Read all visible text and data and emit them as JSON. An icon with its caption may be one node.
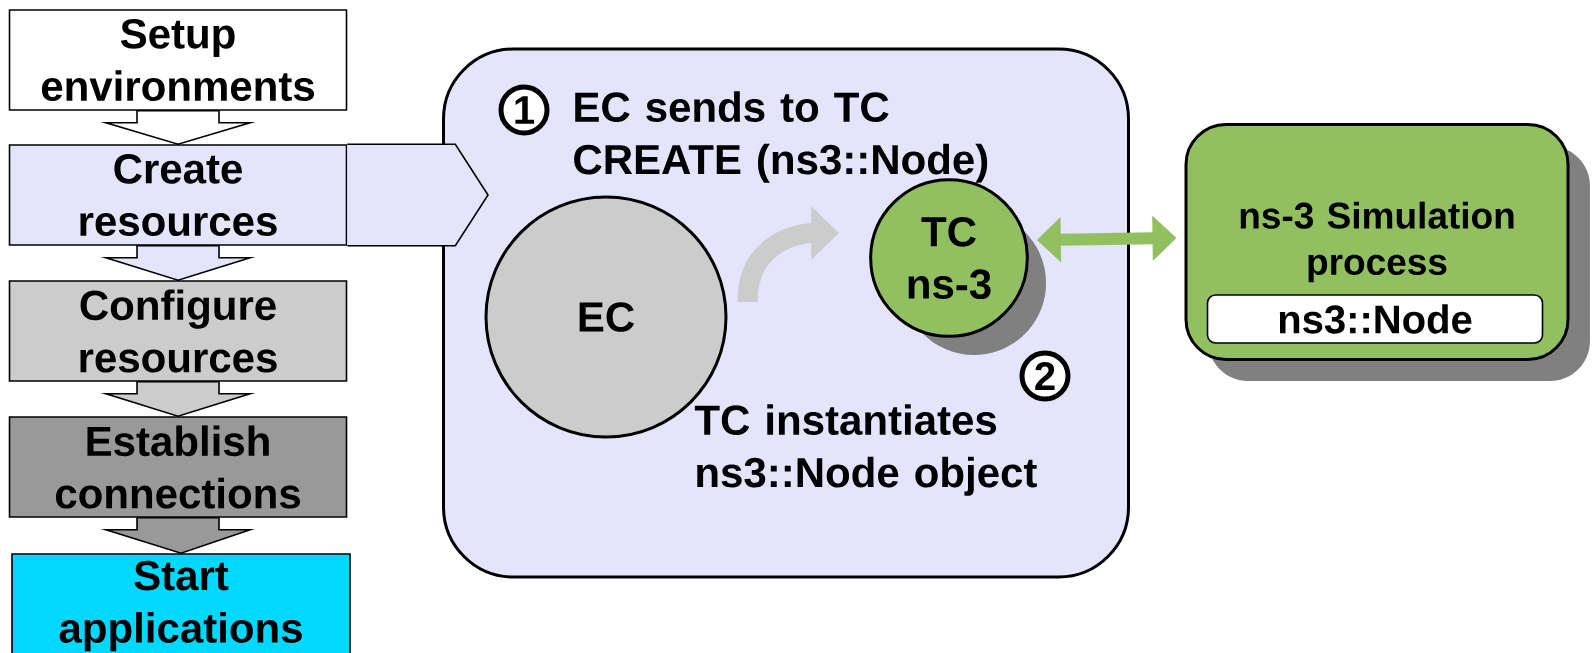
{
  "diagram": {
    "nodes": [
      {
        "text": [
          "Setup environments"
        ]
      },
      {
        "text": [
          "Create resources"
        ]
      },
      {
        "text": [
          "Configure resources"
        ]
      },
      {
        "text": [
          "Establish connections"
        ]
      },
      {
        "text": [
          "Start applications"
        ]
      },
      {
        "text": [
          "EC sends to TC CREATE (ns3::Node)",
          "TC instantiates ns3::Node object"
        ]
      },
      {
        "text": [
          "EC"
        ],
        "in": 5
      },
      {
        "text": [
          "TC ns-3"
        ],
        "in": 5
      },
      {
        "text": [
          "ns-3 Simulation process"
        ]
      },
      {
        "text": [
          "ns3::Node"
        ],
        "in": 8
      }
    ],
    "edges": [
      {
        "from": 0,
        "to": 1,
        "arrow": "to"
      },
      {
        "from": 1,
        "to": 2,
        "arrow": "to"
      },
      {
        "from": 2,
        "to": 3,
        "arrow": "to"
      },
      {
        "from": 3,
        "to": 4,
        "arrow": "to"
      },
      {
        "from": 1,
        "to": 5,
        "arrow": "to"
      },
      {
        "from": 6,
        "to": 7,
        "arrow": "to"
      },
      {
        "from": 7,
        "to": 8,
        "arrow": "both",
        "color": "#92c060"
      }
    ],
    "labels": [
      "1",
      "2"
    ]
  }
}
